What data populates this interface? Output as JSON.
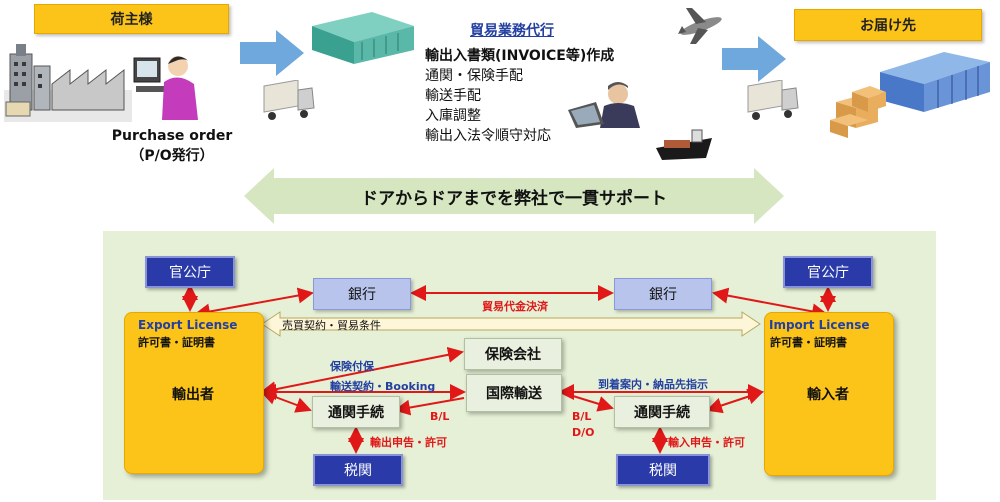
{
  "top": {
    "shipper_label": "荷主様",
    "destination_label": "お届け先",
    "purchase_order_line1": "Purchase order",
    "purchase_order_line2": "（P/O発行）",
    "agency_title": "貿易業務代行",
    "agency_items": [
      "輸出入書類(INVOICE等)作成",
      "通関・保険手配",
      "輸送手配",
      "入庫調整",
      "輸出入法令順守対応"
    ],
    "banner": "ドアからドアまでを弊社で一貫サポート"
  },
  "flow": {
    "gov_left": "官公庁",
    "gov_right": "官公庁",
    "bank_left": "銀行",
    "bank_right": "銀行",
    "settlement": "貿易代金決済",
    "contract": "売買契約・貿易条件",
    "exporter": {
      "title": "Export License",
      "sub": "許可書・証明書",
      "name": "輸出者"
    },
    "importer": {
      "title": "Import License",
      "sub": "許可書・証明書",
      "name": "輸入者"
    },
    "insurance_company": "保険会社",
    "international_transport": "国際輸送",
    "customs_proc_left": "通関手続",
    "customs_proc_right": "通関手続",
    "customs_left": "税関",
    "customs_right": "税関",
    "insurance_arrange": "保険付保",
    "booking": "輸送契約・Booking",
    "bl_left": "B/L",
    "bl_right": "B/L",
    "do_right": "D/O",
    "arrival_notice": "到着案内・納品先指示",
    "export_declaration": "輸出申告・許可",
    "import_declaration": "輸入申告・許可"
  },
  "colors": {
    "orange": "#fcc419",
    "navy": "#2a3aa8",
    "red": "#e01818",
    "panel": "#e6f0d6",
    "arrow_blue": "#6fa8dc"
  }
}
